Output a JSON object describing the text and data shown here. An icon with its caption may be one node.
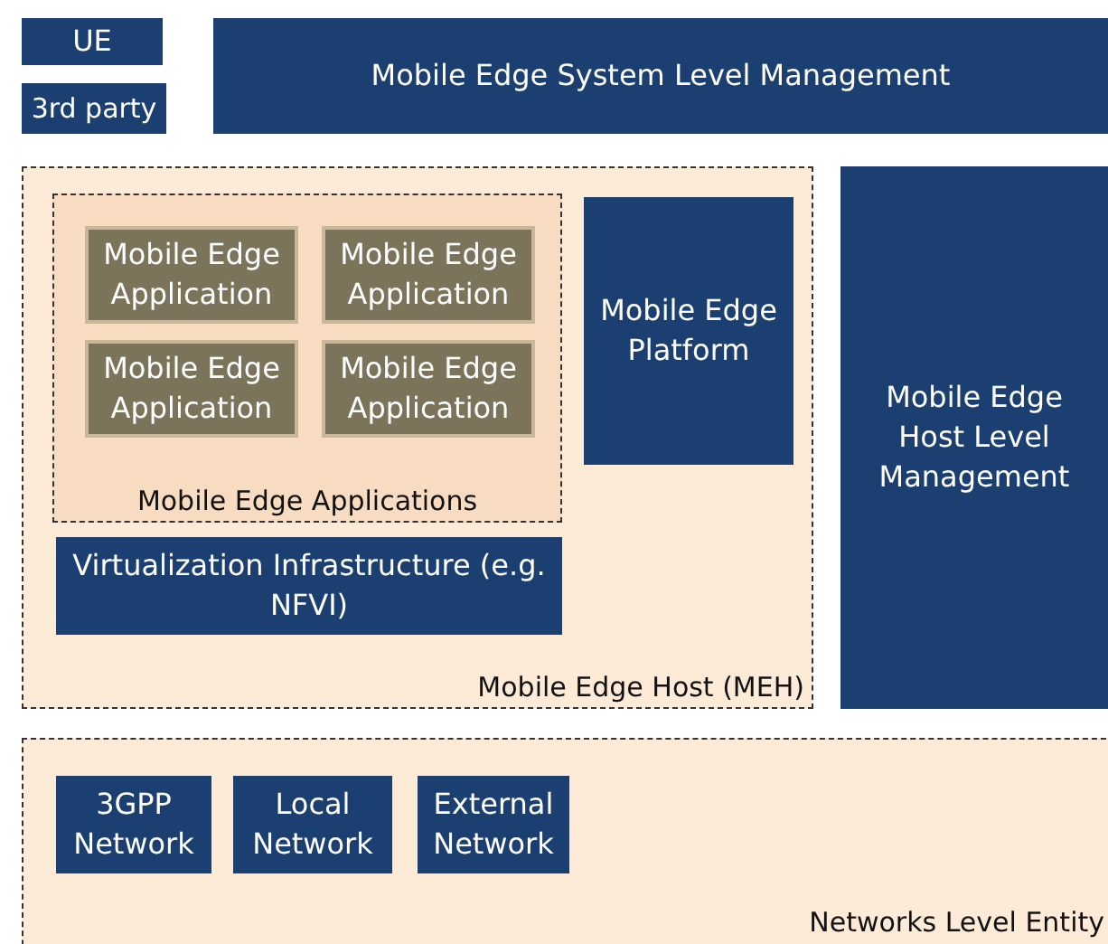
{
  "diagram": {
    "nodes": [
      {
        "text": [
          "UE"
        ]
      },
      {
        "text": [
          "3rd party"
        ]
      },
      {
        "text": [
          "Mobile Edge System Level Management"
        ]
      },
      {
        "text": [
          "Mobile Edge Host (MEH)"
        ]
      },
      {
        "text": [
          "Mobile Edge Applications"
        ],
        "in": 3
      },
      {
        "text": [
          "Mobile Edge Application"
        ],
        "in": 4
      },
      {
        "text": [
          "Mobile Edge Application"
        ],
        "in": 4
      },
      {
        "text": [
          "Mobile Edge Application"
        ],
        "in": 4
      },
      {
        "text": [
          "Mobile Edge Application"
        ],
        "in": 4
      },
      {
        "text": [
          "Mobile Edge Platform"
        ],
        "in": 3
      },
      {
        "text": [
          "Virtualization Infrastructure (e.g. NFVI)"
        ],
        "in": 3
      },
      {
        "text": [
          "Mobile Edge Host Level Management"
        ]
      },
      {
        "text": [
          "Networks Level Entity"
        ]
      },
      {
        "text": [
          "3GPP Network"
        ],
        "in": 12
      },
      {
        "text": [
          "Local Network"
        ],
        "in": 12
      },
      {
        "text": [
          "External Network"
        ],
        "in": 12
      }
    ]
  }
}
